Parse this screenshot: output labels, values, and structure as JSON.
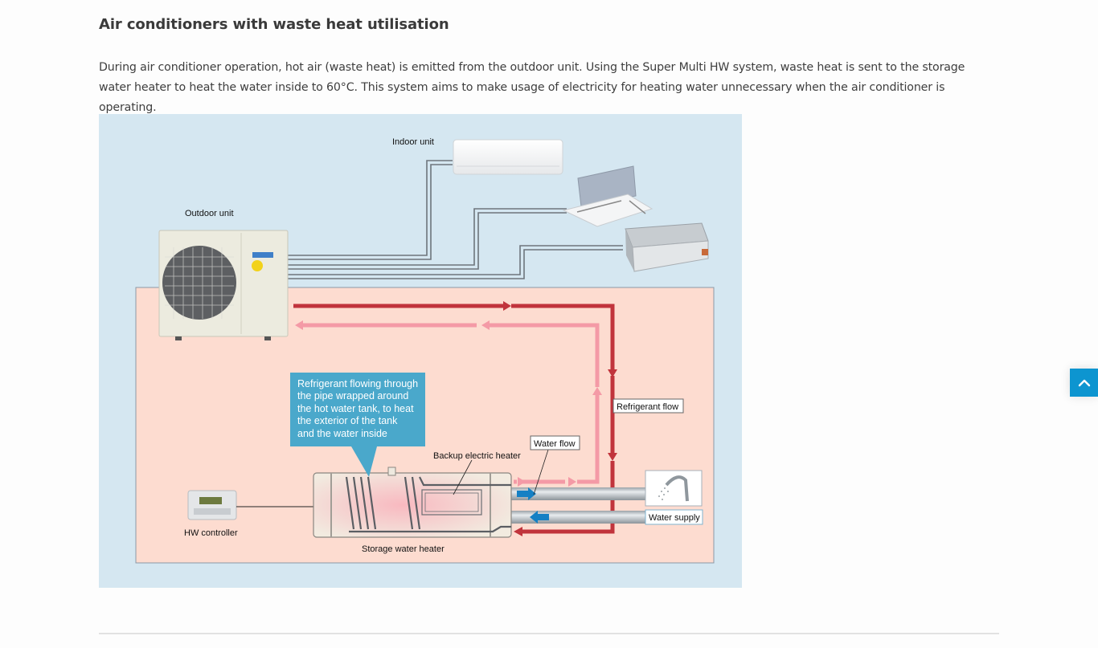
{
  "article": {
    "title": "Air conditioners with waste heat utilisation",
    "intro": "During air conditioner operation, hot air (waste heat) is emitted from the outdoor unit. Using the Super Multi HW system, waste heat is sent to the storage water heater to heat the water inside to 60°C. This system aims to make usage of electricity for heating water unnecessary when the air conditioner is operating."
  },
  "diagram": {
    "labels": {
      "indoor_unit": "Indoor unit",
      "outdoor_unit": "Outdoor unit",
      "refrigerant_flow": "Refrigerant flow",
      "water_flow": "Water flow",
      "backup_heater": "Backup electric heater",
      "water_supply": "Water supply",
      "hw_controller": "HW controller",
      "storage_heater": "Storage water heater"
    },
    "callout_lines": [
      "Refrigerant flowing through",
      "the pipe wrapped around",
      "the hot water tank, to heat",
      "the exterior of the tank",
      "and the water inside"
    ],
    "colors": {
      "outdoor_bg": "#d5e7f1",
      "indoor_bg": "#fddcd0",
      "refrigerant_hot": "#c1343c",
      "refrigerant_return": "#f49aa6",
      "water_arrow": "#1580c4",
      "callout_bg": "#4aa8cb"
    }
  },
  "ui": {
    "back_to_top_icon": "chevron-up-icon"
  }
}
